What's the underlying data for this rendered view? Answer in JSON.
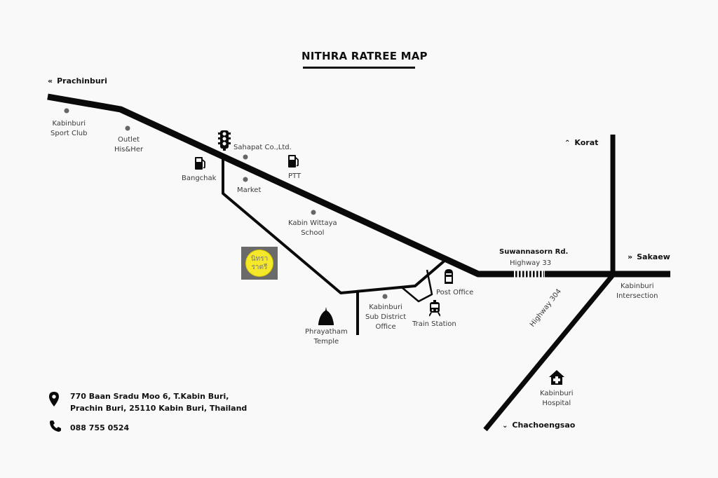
{
  "title": "NITHRA RATREE MAP",
  "destinations": {
    "west": {
      "arrow": "<<",
      "label": "Prachinburi"
    },
    "north": {
      "arrow": "^^",
      "label": "Korat"
    },
    "east": {
      "arrow": ">>",
      "label": "Sakaew"
    },
    "south": {
      "arrow": "vv",
      "label": "Chachoengsao"
    }
  },
  "roads": {
    "main_name": "Suwannasorn Rd.",
    "main_highway": "Highway 33",
    "diagonal_highway": "Highway 304"
  },
  "places": {
    "sport_club": "Kabinburi\nSport Club",
    "outlet": "Outlet\nHis&Her",
    "sahapat": "Sahapat Co.,Ltd.",
    "bangchak": "Bangchak",
    "ptt": "PTT",
    "market": "Market",
    "school": "Kabin Wittaya\nSchool",
    "temple": "Phrayatham\nTemple",
    "sub_district": "Kabinburi\nSub District\nOffice",
    "post_office": "Post Office",
    "train_station": "Train Station",
    "intersection": "Kabinburi\nIntersection",
    "hospital": "Kabinburi\nHospital"
  },
  "logo": {
    "text": "นิทรา\nราตรี",
    "bg": "#6a6a6a",
    "circle": "#f5e82a"
  },
  "contact": {
    "address_line1": "770 Baan Sradu Moo 6, T.Kabin Buri,",
    "address_line2": "Prachin Buri, 25110 Kabin Buri, Thailand",
    "phone": "088 755 0524"
  },
  "icons": {
    "traffic_light": "traffic-light-icon",
    "fuel": "fuel-pump-icon",
    "post": "mailbox-icon",
    "train": "train-icon",
    "temple": "temple-icon",
    "hospital": "hospital-icon",
    "pin": "map-pin-icon",
    "phone": "phone-icon"
  }
}
